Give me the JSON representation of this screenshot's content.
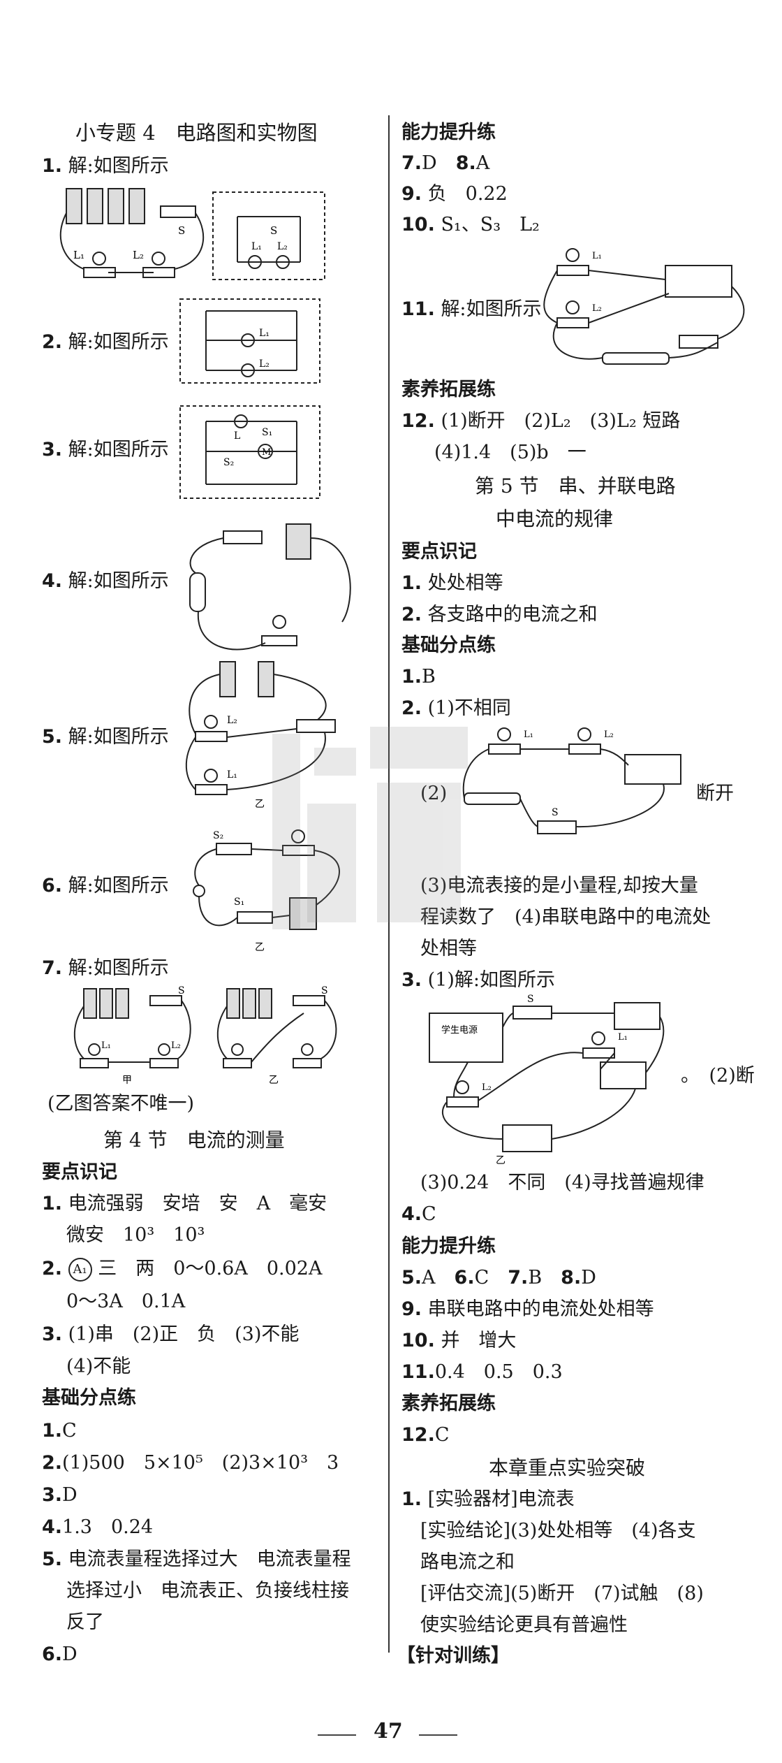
{
  "left": {
    "title": "小专题 4　电路图和实物图",
    "q1": {
      "num": "1.",
      "text": "解:如图所示"
    },
    "q2": {
      "num": "2.",
      "text": "解:如图所示"
    },
    "q3": {
      "num": "3.",
      "text": "解:如图所示"
    },
    "q4": {
      "num": "4.",
      "text": "解:如图所示"
    },
    "q5": {
      "num": "5.",
      "text": "解:如图所示"
    },
    "q6": {
      "num": "6.",
      "text": "解:如图所示"
    },
    "q7": {
      "num": "7.",
      "text": "解:如图所示"
    },
    "note7": "(乙图答案不唯一)",
    "section4": "第 4 节　电流的测量",
    "yaodian": "要点识记",
    "y1a": {
      "num": "1.",
      "text": "电流强弱　安培　安　A　毫安"
    },
    "y1b": "微安　10³　10³",
    "y2a": {
      "num": "2.",
      "text": "三　两　0～0.6A　0.02A"
    },
    "y2b": "0～3A　0.1A",
    "y3a": {
      "num": "3.",
      "text": "(1)串　(2)正　负　(3)不能"
    },
    "y3b": "(4)不能",
    "jichu": "基础分点练",
    "j1": {
      "num": "1.",
      "text": "C"
    },
    "j2": {
      "num": "2.",
      "text": "(1)500　5×10⁵　(2)3×10³　3"
    },
    "j3": {
      "num": "3.",
      "text": "D"
    },
    "j4": {
      "num": "4.",
      "text": "1.3　0.24"
    },
    "j5a": {
      "num": "5.",
      "text": "电流表量程选择过大　电流表量程"
    },
    "j5b": "选择过小　电流表正、负接线柱接",
    "j5c": "反了",
    "j6": {
      "num": "6.",
      "text": "D"
    },
    "labels": {
      "jia": "甲",
      "yi": "乙",
      "S": "S",
      "L1": "L₁",
      "L2": "L₂",
      "S1": "S₁",
      "S2": "S₂",
      "L": "L",
      "M": "M",
      "A1": "A₁"
    }
  },
  "right": {
    "nengli": "能力提升练",
    "r7": {
      "num": "7.",
      "text": "D"
    },
    "r8": {
      "num": "8.",
      "text": "A"
    },
    "r9": {
      "num": "9.",
      "text": "负　0.22"
    },
    "r10": {
      "num": "10.",
      "text": "S₁、S₃　L₂"
    },
    "r11": {
      "num": "11.",
      "text": "解:如图所示"
    },
    "suyang": "素养拓展练",
    "r12a": {
      "num": "12.",
      "text": "(1)断开　(2)L₂　(3)L₂ 短路"
    },
    "r12b": "(4)1.4　(5)b　一",
    "section5a": "第 5 节　串、并联电路",
    "section5b": "中电流的规律",
    "yaodian": "要点识记",
    "y1": {
      "num": "1.",
      "text": "处处相等"
    },
    "y2": {
      "num": "2.",
      "text": "各支路中的电流之和"
    },
    "jichu": "基础分点练",
    "j1": {
      "num": "1.",
      "text": "B"
    },
    "j2a": {
      "num": "2.",
      "text": "(1)不相同"
    },
    "j2b": "(2)",
    "j2b_tail": "断开",
    "j2c": "(3)电流表接的是小量程,却按大量",
    "j2d": "程读数了　(4)串联电路中的电流处",
    "j2e": "处相等",
    "j3a": {
      "num": "3.",
      "text": "(1)解:如图所示"
    },
    "j3_tail": "。　(2)断",
    "j3_yi": "乙",
    "j3b": "(3)0.24　不同　(4)寻找普遍规律",
    "j4": {
      "num": "4.",
      "text": "C"
    },
    "nengli2": "能力提升练",
    "n5": {
      "num": "5.",
      "text": "A"
    },
    "n6": {
      "num": "6.",
      "text": "C"
    },
    "n7": {
      "num": "7.",
      "text": "B"
    },
    "n8": {
      "num": "8.",
      "text": "D"
    },
    "n9": {
      "num": "9.",
      "text": "串联电路中的电流处处相等"
    },
    "n10": {
      "num": "10.",
      "text": "并　增大"
    },
    "n11": {
      "num": "11.",
      "text": "0.4　0.5　0.3"
    },
    "suyang2": "素养拓展练",
    "s12": {
      "num": "12.",
      "text": "C"
    },
    "benzhang": "本章重点实验突破",
    "b1a": {
      "num": "1.",
      "text": "[实验器材]电流表"
    },
    "b1b": "[实验结论](3)处处相等　(4)各支",
    "b1c": "路电流之和",
    "b1d": "[评估交流](5)断开　(7)试触　(8)",
    "b1e": "使实验结论更具有普遍性",
    "zhendui": "【针对训练】",
    "power_label": "学生电源"
  },
  "page_number": "47"
}
